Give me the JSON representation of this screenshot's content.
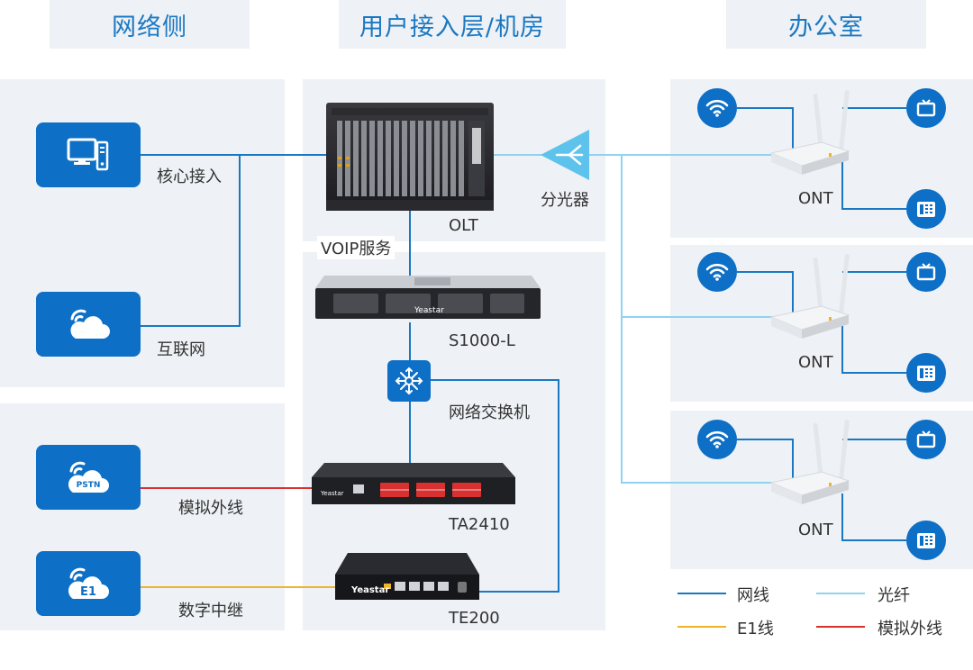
{
  "headers": {
    "network": "网络侧",
    "access": "用户接入层/机房",
    "office": "办公室"
  },
  "network_side": {
    "core_access": "核心接入",
    "internet": "互联网",
    "analog_line": "模拟外线",
    "digital_trunk": "数字中继",
    "pstn_badge": "PSTN",
    "e1_badge": "E1"
  },
  "access_layer": {
    "olt": "OLT",
    "splitter": "分光器",
    "voip_service": "VOIP服务",
    "s1000": "S1000-L",
    "switch": "网络交换机",
    "ta2410": "TA2410",
    "te200": "TE200",
    "brand": "Yeastar"
  },
  "office": {
    "ont_label": "ONT"
  },
  "legend": {
    "network_cable": "网线",
    "fiber": "光纤",
    "e1_line": "E1线",
    "analog_line": "模拟外线"
  },
  "colors": {
    "network_cable": "#1a78c2",
    "fiber": "#8fd3ef",
    "e1_line": "#f0b429",
    "analog_line": "#d93030",
    "accent": "#0d6fc6"
  }
}
